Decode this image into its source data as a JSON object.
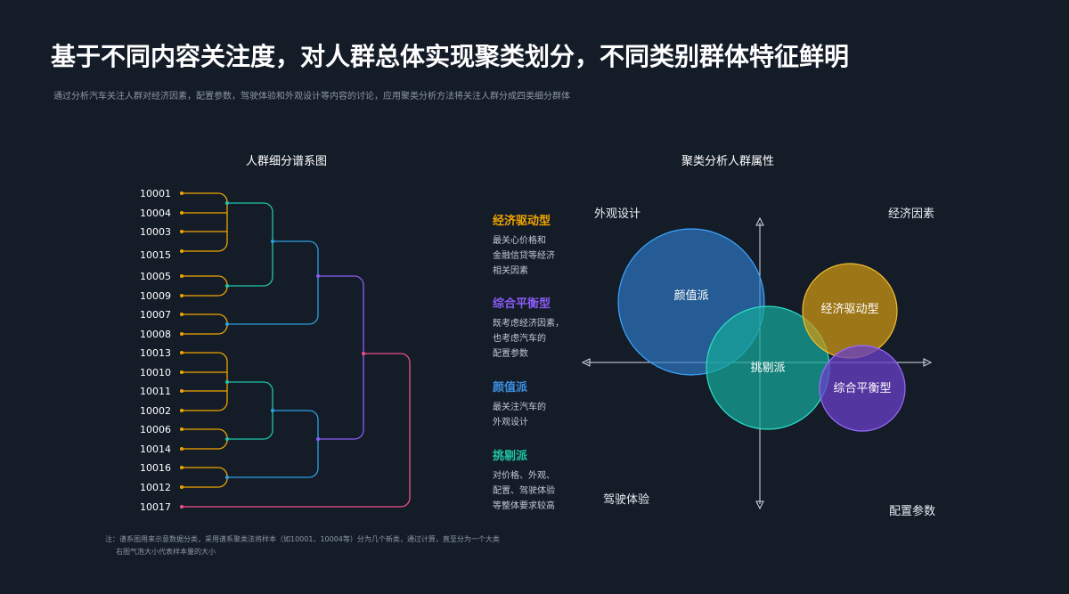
{
  "header": {
    "title": "基于不同内容关注度，对人群总体实现聚类划分，不同类别群体特征鲜明",
    "subtitle": "通过分析汽车关注人群对经济因素，配置参数，驾驶体验和外观设计等内容的讨论，应用聚类分析方法将关注人群分成四类细分群体"
  },
  "dendrogram": {
    "title": "人群细分谱系图",
    "leaves": [
      "10001",
      "10004",
      "10003",
      "10015",
      "10005",
      "10009",
      "10007",
      "10008",
      "10013",
      "10010",
      "10011",
      "10002",
      "10006",
      "10014",
      "10016",
      "10012",
      "10017"
    ],
    "note_line1": "注：谱系图用来示意数据分类，采用谱系聚类法将样本（如10001、10004等）分为几个新类，通过计算，直至分为一个大类",
    "note_line2": "右图气泡大小代表样本量的大小"
  },
  "cluster_types": [
    {
      "name": "经济驱动型",
      "color": "#f0a500",
      "desc_lines": [
        "最关心价格和",
        "金融信贷等经济",
        "相关因素"
      ]
    },
    {
      "name": "综合平衡型",
      "color": "#8b5cf6",
      "desc_lines": [
        "既考虑经济因素，",
        "也考虑汽车的",
        "配置参数"
      ]
    },
    {
      "name": "颜值派",
      "color": "#3b8fe0",
      "desc_lines": [
        "最关注汽车的",
        "外观设计"
      ]
    },
    {
      "name": "挑剔派",
      "color": "#1fc6a6",
      "desc_lines": [
        "对价格、外观、",
        "配置、驾驶体验",
        "等整体要求较高"
      ]
    }
  ],
  "bubble_chart": {
    "title": "聚类分析人群属性",
    "quadrant_labels": {
      "top_left": "外观设计",
      "top_right": "经济因素",
      "bottom_left": "驾驶体验",
      "bottom_right": "配置参数"
    },
    "bubbles": [
      {
        "label": "颜值派",
        "color": "#2f7fd0"
      },
      {
        "label": "挑剔派",
        "color": "#15a99a"
      },
      {
        "label": "经济驱动型",
        "color": "#d39a12"
      },
      {
        "label": "综合平衡型",
        "color": "#6a3fc8"
      }
    ]
  }
}
